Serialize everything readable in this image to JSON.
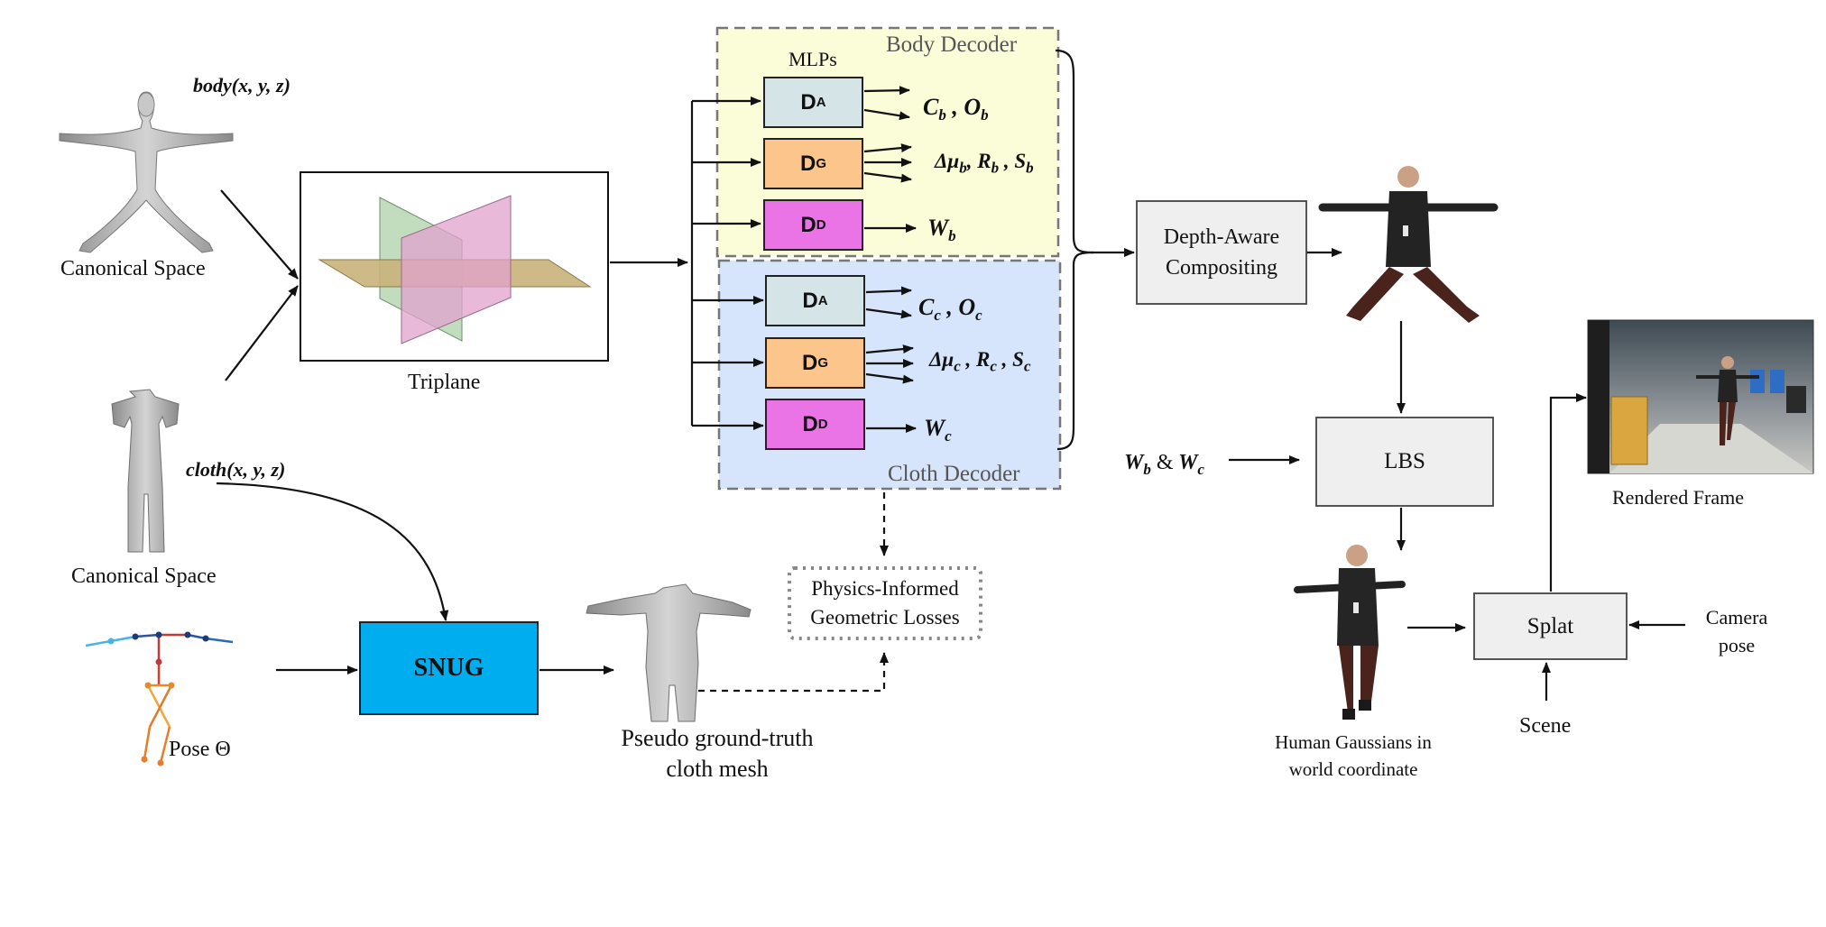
{
  "figure": {
    "canonical_body": {
      "label": "Canonical Space",
      "coord": "body(x, y, z)"
    },
    "canonical_cloth": {
      "label": "Canonical Space",
      "coord": "cloth(x, y, z)"
    },
    "pose": {
      "label": "Pose  Θ"
    },
    "triplane": {
      "label": "Triplane"
    },
    "body_decoder": {
      "title": "Body Decoder",
      "mlps_label": "MLPs",
      "blocks": [
        {
          "main": "D",
          "sub": "A",
          "color": "#d4e4e7",
          "output": "C_b , O_b"
        },
        {
          "main": "D",
          "sub": "G",
          "color": "#fbc58c",
          "output": "Δμ_b, R_b , S_b"
        },
        {
          "main": "D",
          "sub": "D",
          "color": "#ea73e6",
          "output": "W_b"
        }
      ],
      "bg_color": "#fbfcd8"
    },
    "cloth_decoder": {
      "title": "Cloth Decoder",
      "blocks": [
        {
          "main": "D",
          "sub": "A",
          "color": "#d4e4e7",
          "output": "C_c , O_c"
        },
        {
          "main": "D",
          "sub": "G",
          "color": "#fbc58c",
          "output": "Δμ_c , R_c , S_c"
        },
        {
          "main": "D",
          "sub": "D",
          "color": "#ea73e6",
          "output": "W_c"
        }
      ],
      "bg_color": "#d6e5fb"
    },
    "snug": {
      "label": "SNUG",
      "color": "#00adee"
    },
    "pseudo_gt": {
      "line1": "Pseudo ground-truth",
      "line2": "cloth mesh"
    },
    "physics_losses": {
      "line1": "Physics-Informed",
      "line2": "Geometric Losses"
    },
    "compositing": {
      "line1": "Depth-Aware",
      "line2": "Compositing"
    },
    "lbs": {
      "label": "LBS",
      "input": "W_b & W_c"
    },
    "splat": {
      "label": "Splat"
    },
    "human_gaussians": {
      "line1": "Human Gaussians in",
      "line2": "world coordinate"
    },
    "scene": {
      "label": "Scene"
    },
    "camera": {
      "line1": "Camera",
      "line2": "pose"
    },
    "rendered_frame": {
      "label": "Rendered Frame"
    },
    "box_gray": "#efefef"
  }
}
